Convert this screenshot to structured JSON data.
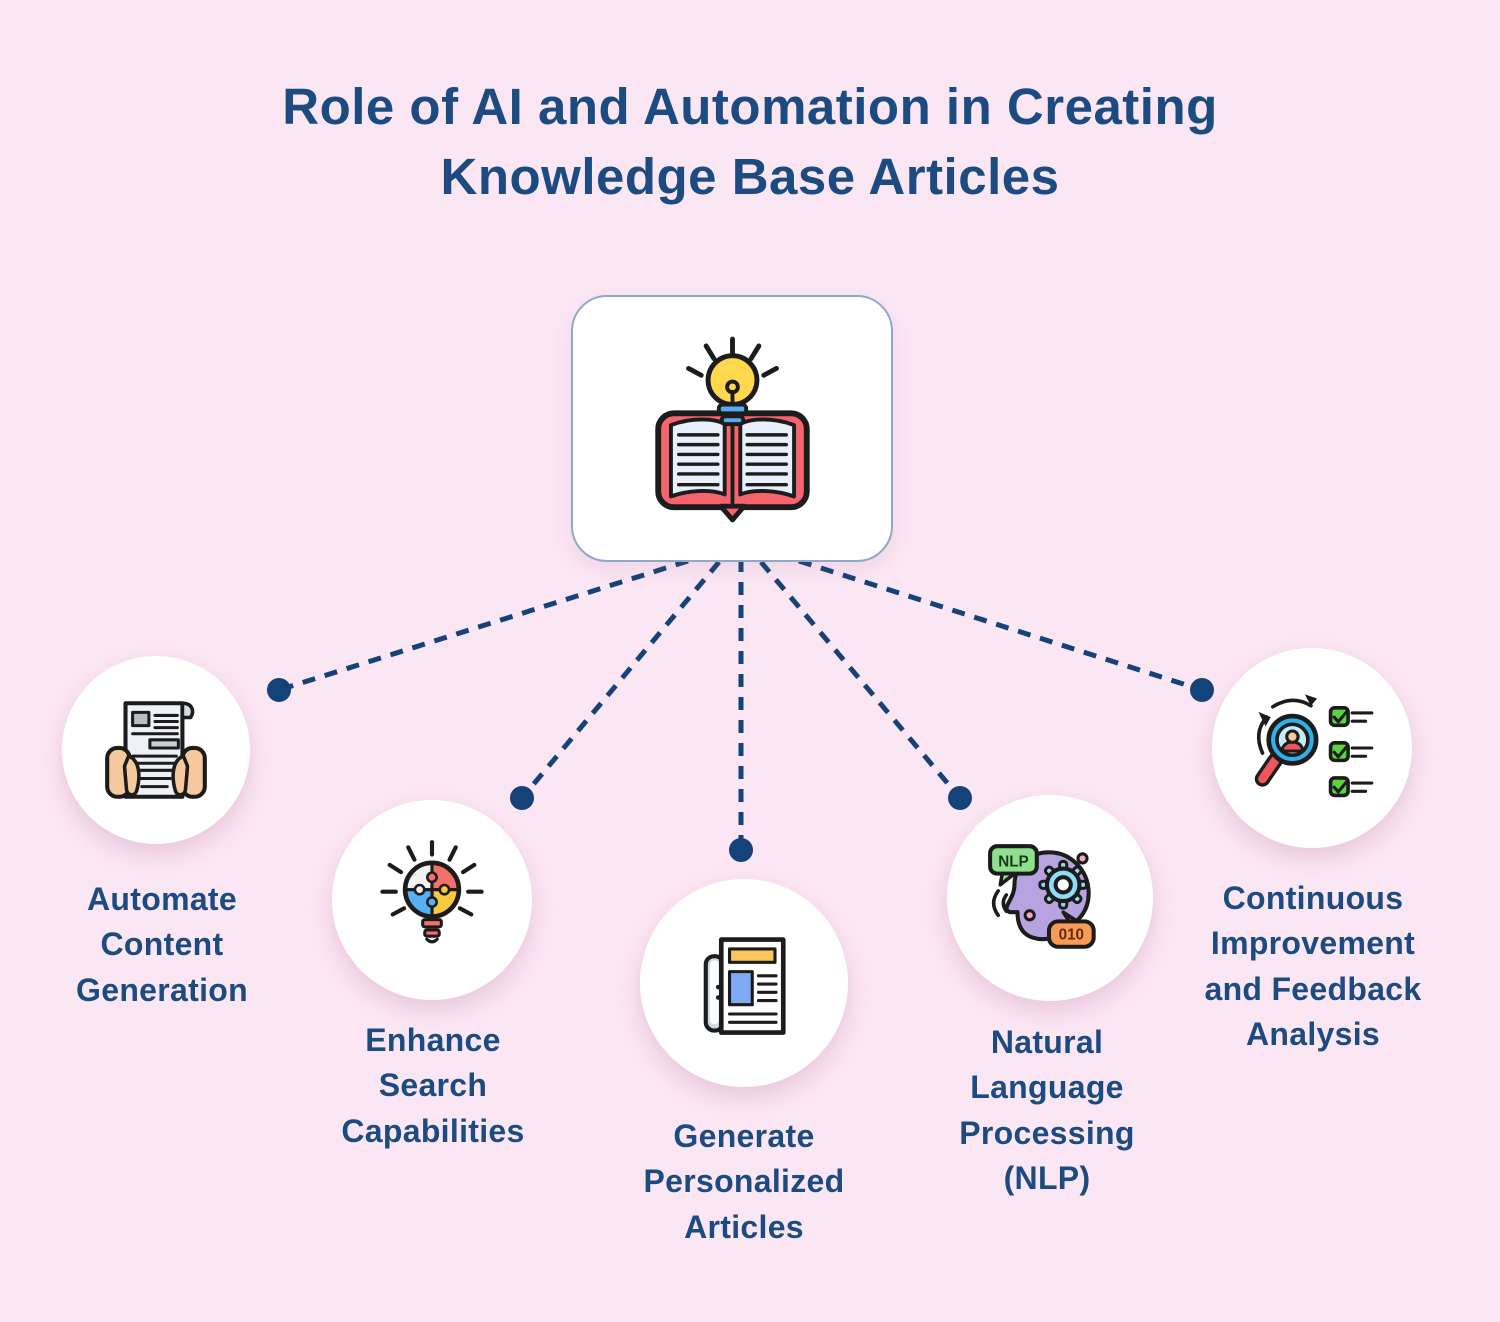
{
  "title": {
    "text": "Role of AI and Automation in Creating Knowledge Base Articles"
  },
  "colors": {
    "background": "#fbe6f3",
    "heading_text": "#1b4b80",
    "label_text": "#1b4b80",
    "connector": "#16427a",
    "card_border": "#8fa9c7",
    "node_fill": "#ffffff",
    "icon_accents": {
      "book_cover_red": "#f8646e",
      "bulb_yellow": "#ffd84d",
      "bulb_base_blue": "#57aaf4",
      "puzzle_red": "#f3716b",
      "puzzle_blue": "#57b0f3",
      "puzzle_yellow": "#f8c83d",
      "newspaper_yellow": "#fbc65c",
      "newspaper_blue": "#7fabf5",
      "head_purple": "#b7a3e0",
      "gear_blue": "#92dbf5",
      "nlp_green": "#8fe08d",
      "code_orange": "#f99b57",
      "magnifier_blue": "#2fb0ea",
      "handle_red": "#f2545b",
      "check_green": "#5ad53f",
      "skin_tan": "#f6c99e"
    }
  },
  "center": {
    "icon": "open-book-lightbulb-icon"
  },
  "nodes": [
    {
      "label": "Automate Content Generation",
      "icon": "hands-holding-document-icon"
    },
    {
      "label": "Enhance Search Capabilities",
      "icon": "puzzle-lightbulb-icon"
    },
    {
      "label": "Generate Personalized Articles",
      "icon": "newspaper-icon"
    },
    {
      "label": "Natural Language Processing (NLP)",
      "icon": "nlp-head-gear-icon",
      "icon_text": {
        "nlp": "NLP",
        "code": "010"
      }
    },
    {
      "label": "Continuous Improvement and Feedback Analysis",
      "icon": "magnifier-person-checklist-icon"
    }
  ]
}
